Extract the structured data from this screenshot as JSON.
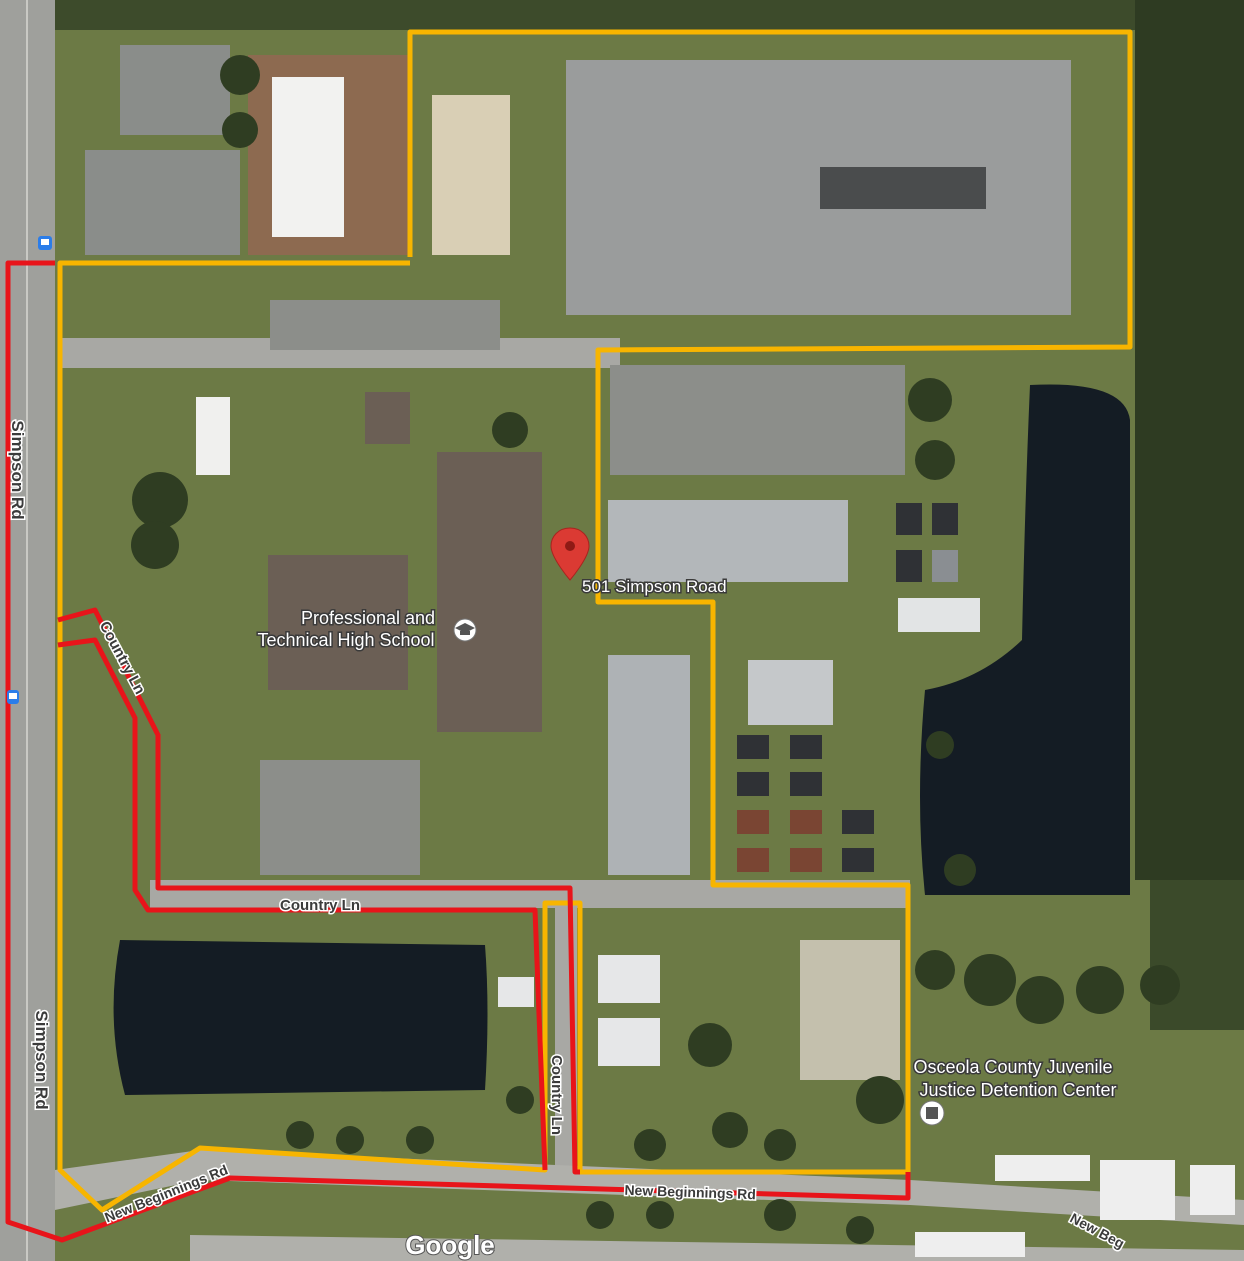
{
  "map": {
    "roads": {
      "simpson_rd_top": "Simpson Rd",
      "simpson_rd_bottom": "Simpson Rd",
      "country_ln_diag": "Country Ln",
      "country_ln_horiz": "Country Ln",
      "country_ln_vert": "Country Ln",
      "new_beginnings_left": "New Beginnings Rd",
      "new_beginnings_mid": "New Beginnings Rd",
      "new_beginnings_right": "New Beg"
    },
    "places": {
      "address_pin": "501 Simpson Road",
      "school_line1": "Professional and",
      "school_line2": "Technical High School",
      "detention_line1": "Osceola County Juvenile",
      "detention_line2": "Justice Detention Center"
    },
    "attribution": "Google",
    "colors": {
      "boundary_red": "#e8141a",
      "boundary_orange": "#f7b500",
      "pin": "#db3a33"
    },
    "icons": {
      "pin": "map-pin-icon",
      "school": "graduation-cap-icon",
      "poi": "building-poi-icon",
      "transit": "bus-stop-icon"
    }
  }
}
